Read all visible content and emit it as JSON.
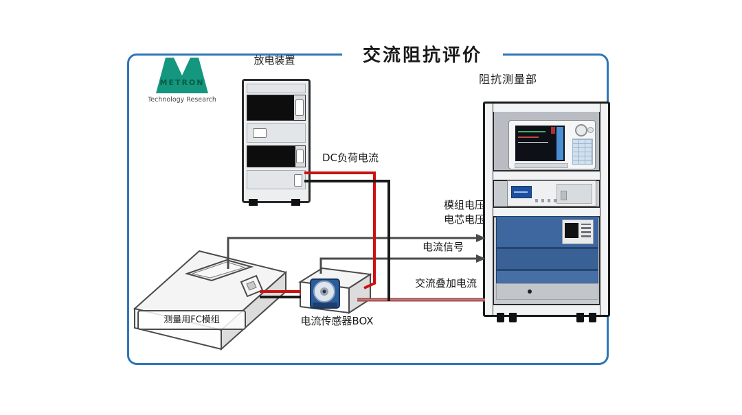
{
  "header": {
    "title": "交流阻抗评价"
  },
  "logo": {
    "brand": "METRON",
    "subtitle": "Technology Research"
  },
  "discharge_device": {
    "label": "放电装置"
  },
  "measurement_rack": {
    "label": "阻抗测量部"
  },
  "fc_module": {
    "label": "测量用FC模组"
  },
  "sensor_box": {
    "label": "电流传感器BOX"
  },
  "wires": {
    "dc_load_current": "DC负荷电流",
    "module_voltage": "模组电压",
    "cell_voltage": "电芯电压",
    "current_signal": "电流信号",
    "ac_superimposed_current": "交流叠加电流"
  },
  "colors": {
    "frame_border": "#2e75b6",
    "wire_red": "#cc1111",
    "wire_black": "#1a1a1a",
    "wire_dark_red": "#9c4a4a",
    "signal_gray": "#4a4a4a",
    "rack_blue_panel": "#3e67a0",
    "logo_teal": "#14967f"
  }
}
